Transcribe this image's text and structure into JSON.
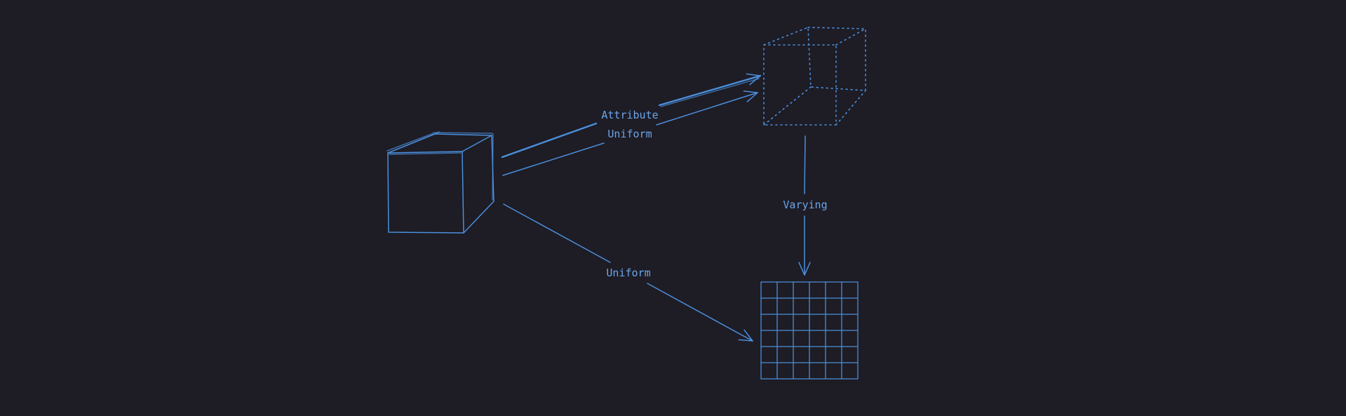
{
  "colors": {
    "background": "#1e1c25",
    "stroke": "#4a8fdb",
    "label": "#6aa6ea"
  },
  "labels": {
    "attribute": "Attribute",
    "uniform_top": "Uniform",
    "varying": "Varying",
    "uniform_bottom": "Uniform"
  },
  "icons": {
    "source": "solid-cube-icon",
    "target": "dotted-cube-icon",
    "output": "pixel-grid-icon"
  }
}
